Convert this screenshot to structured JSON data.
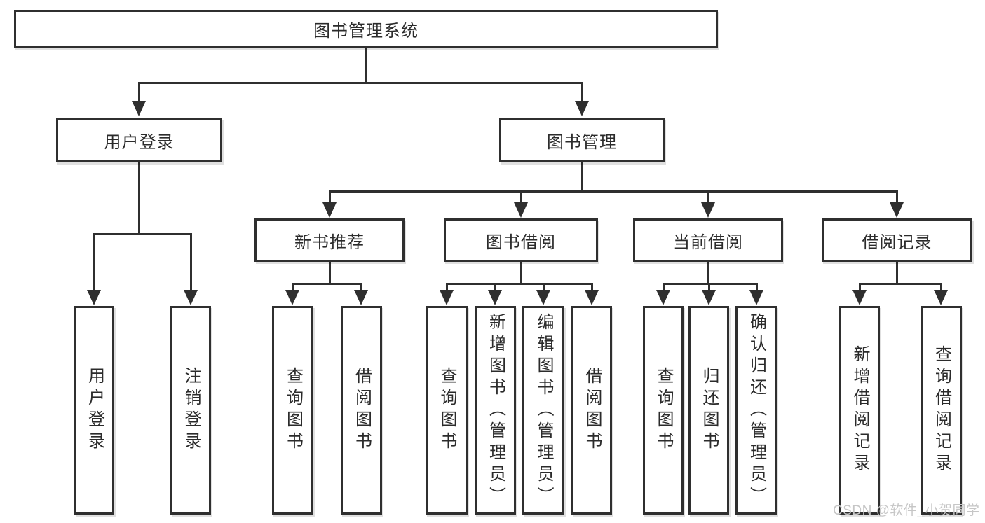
{
  "title": "图书管理系统",
  "branches": [
    {
      "label": "用户登录",
      "children": [
        {
          "label": "用户登录"
        },
        {
          "label": "注销登录"
        }
      ]
    },
    {
      "label": "图书管理",
      "sections": [
        {
          "label": "新书推荐",
          "children": [
            {
              "label": "查询图书"
            },
            {
              "label": "借阅图书"
            }
          ]
        },
        {
          "label": "图书借阅",
          "children": [
            {
              "label": "查询图书"
            },
            {
              "label": "新增图书（管理员）"
            },
            {
              "label": "编辑图书（管理员）"
            },
            {
              "label": "借阅图书"
            }
          ]
        },
        {
          "label": "当前借阅",
          "children": [
            {
              "label": "查询图书"
            },
            {
              "label": "归还图书"
            },
            {
              "label": "确认归还（管理员）"
            }
          ]
        },
        {
          "label": "借阅记录",
          "children": [
            {
              "label": "新增借阅记录"
            },
            {
              "label": "查询借阅记录"
            }
          ]
        }
      ]
    }
  ],
  "watermark": {
    "text": "CSDN @软件_小贺同学"
  },
  "colors": {
    "line": "#2f2f2f",
    "text": "#2b2b2b",
    "watermark": "#c6c6c6",
    "background": "#ffffff"
  }
}
